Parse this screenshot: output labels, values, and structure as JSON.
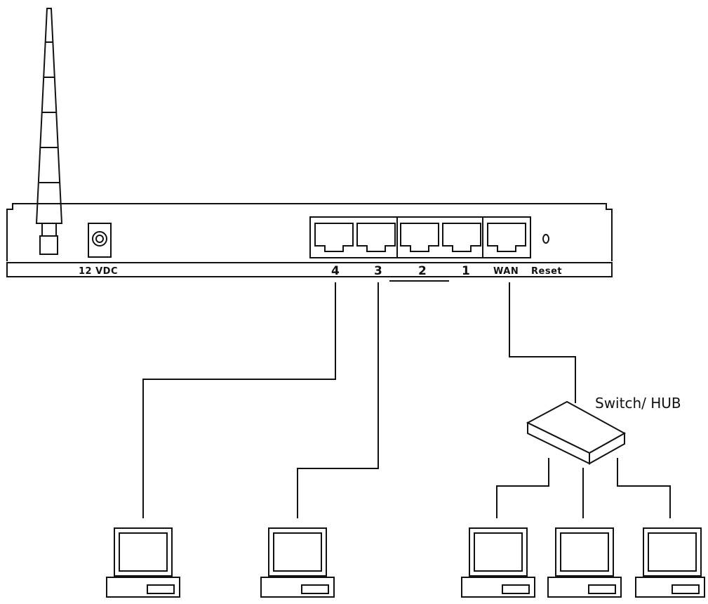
{
  "router": {
    "power_label": "12 VDC",
    "ports": [
      {
        "id": "4",
        "label": "4"
      },
      {
        "id": "3",
        "label": "3"
      },
      {
        "id": "2",
        "label": "2"
      },
      {
        "id": "1",
        "label": "1"
      },
      {
        "id": "wan",
        "label": "WAN"
      }
    ],
    "reset_label": "Reset"
  },
  "switch": {
    "label": "Switch/ HUB"
  },
  "colors": {
    "line": "#111111",
    "background": "#ffffff"
  },
  "computers": [
    "computer-port-4",
    "computer-port-3",
    "computer-hub-1",
    "computer-hub-2",
    "computer-hub-3"
  ]
}
